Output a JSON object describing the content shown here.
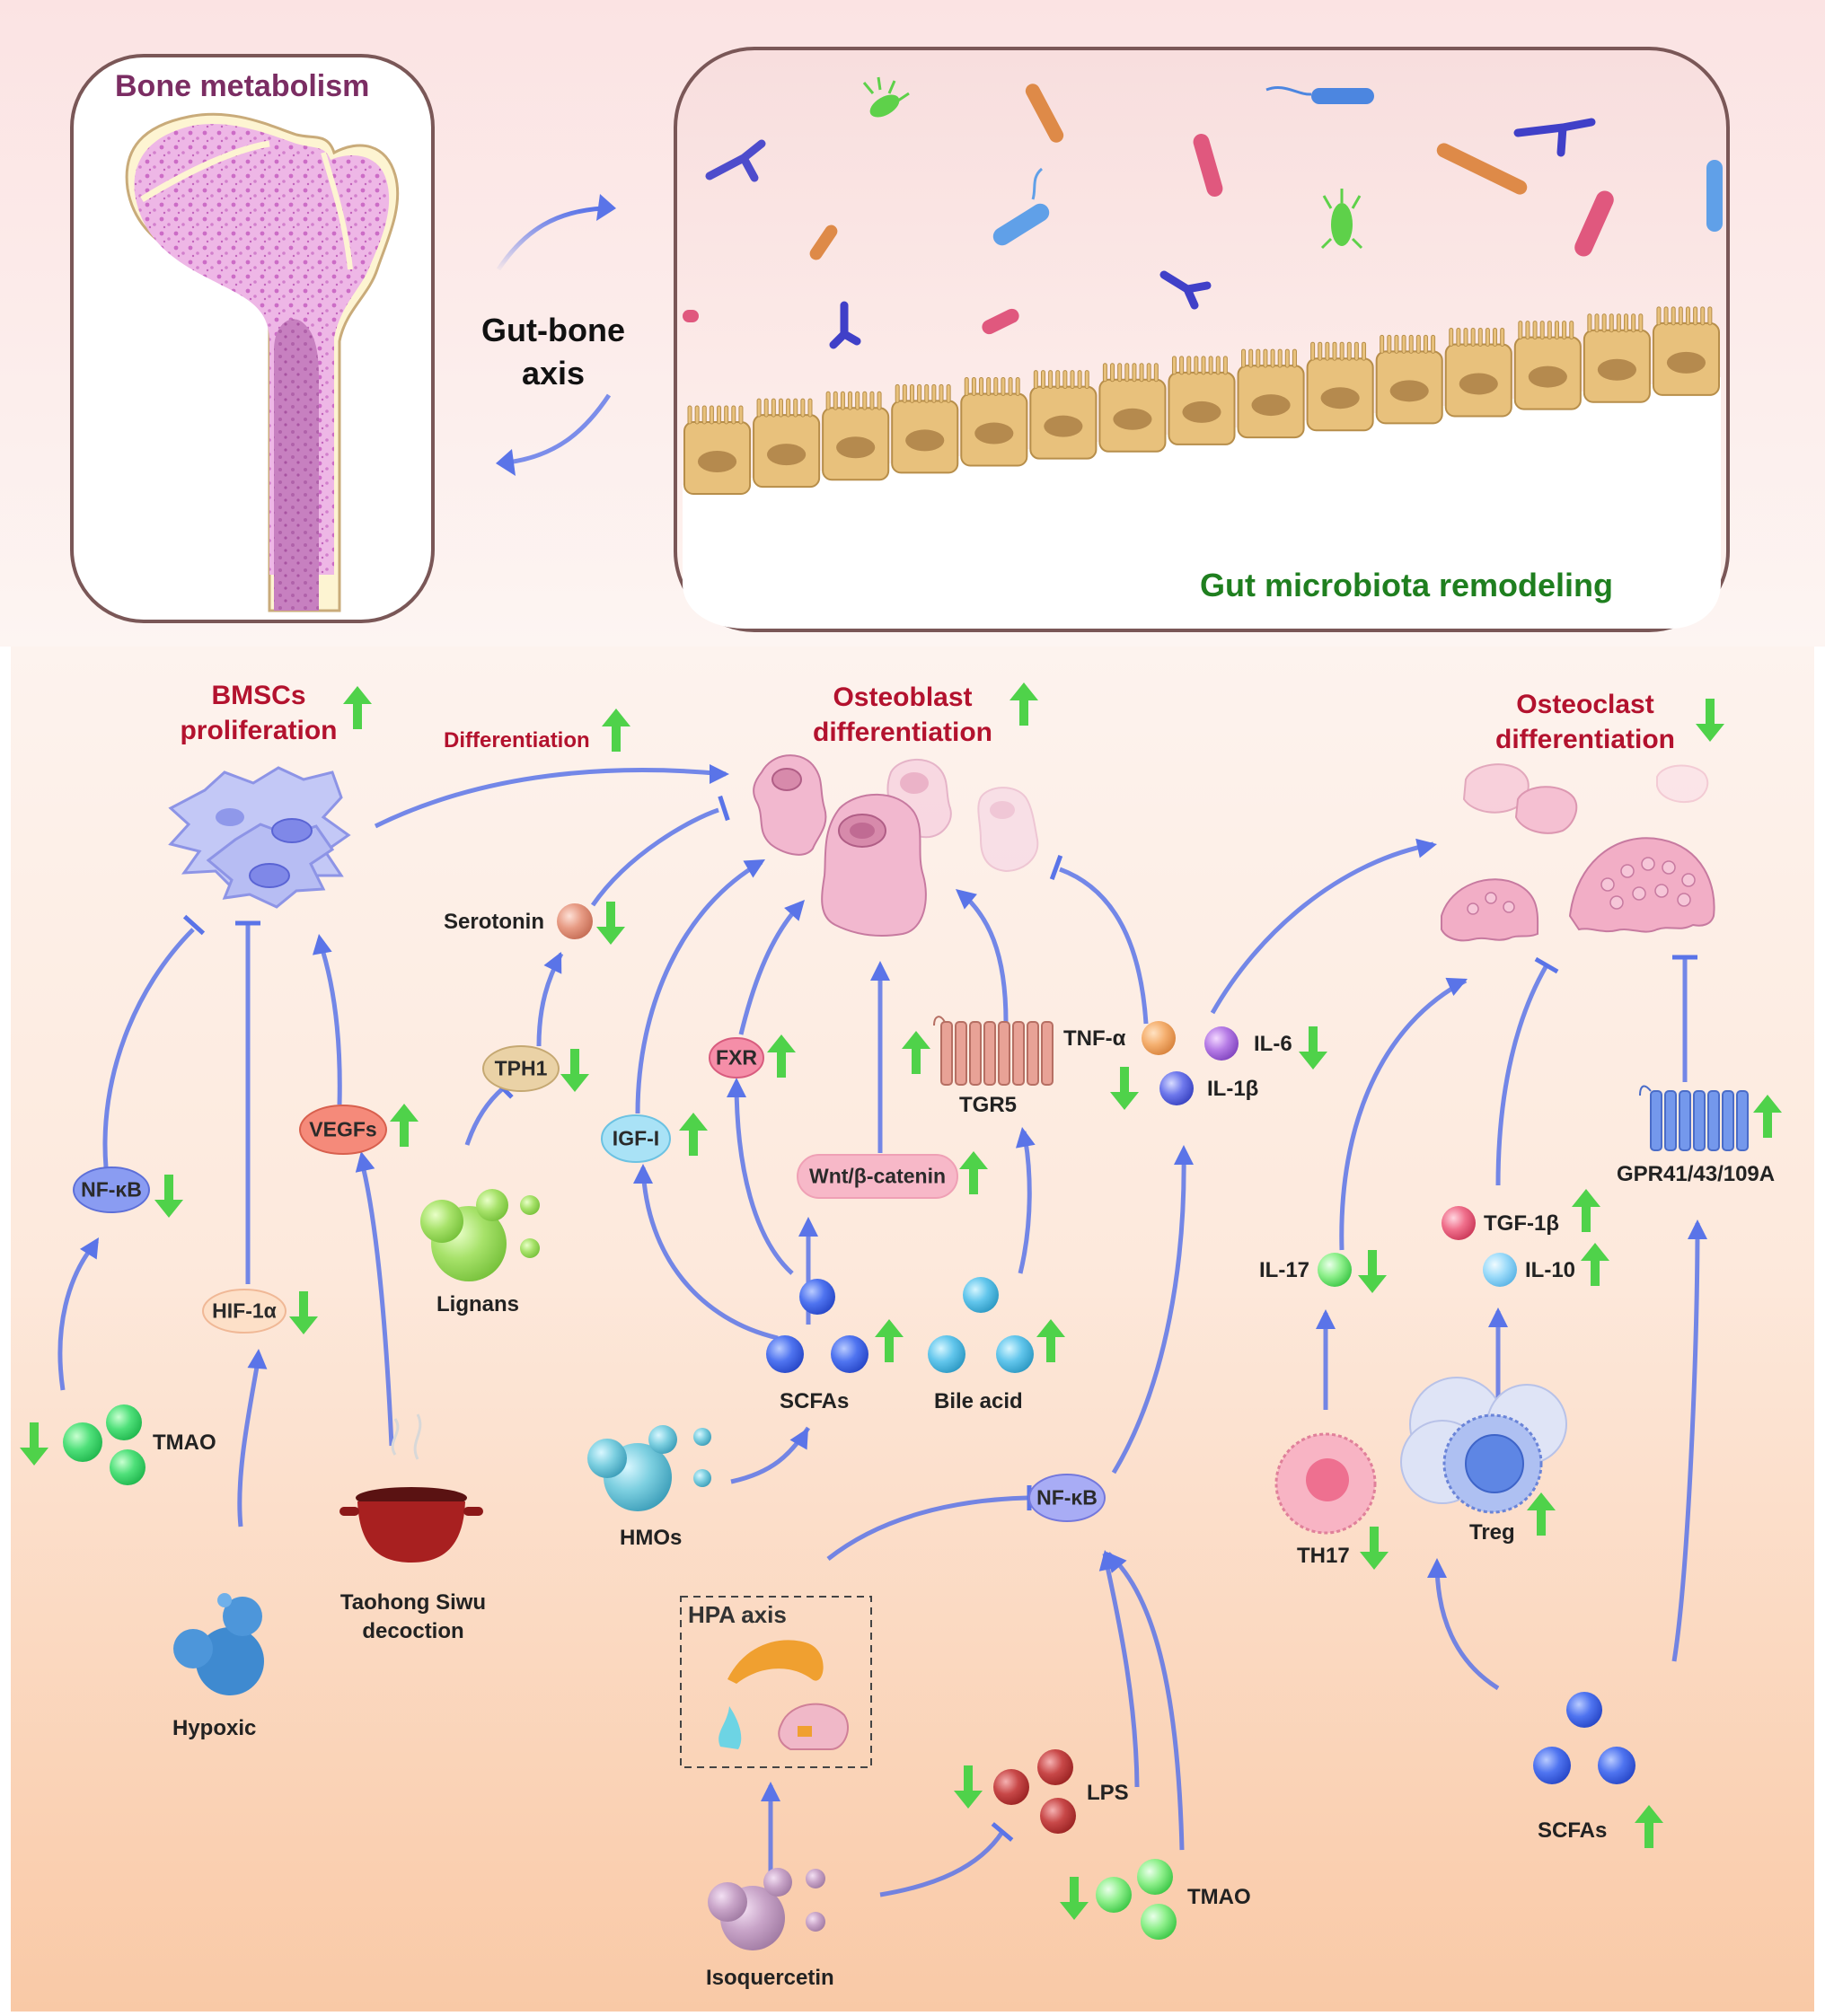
{
  "panels": {
    "bone_title": "Bone metabolism",
    "gut_title": "Gut microbiota remodeling",
    "axis_label_line1": "Gut-bone",
    "axis_label_line2": "axis"
  },
  "headers": {
    "bmsc_line1": "BMSCs",
    "bmsc_line2": "proliferation",
    "osteoblast_line1": "Osteoblast",
    "osteoblast_line2": "differentiation",
    "osteoclast_line1": "Osteoclast",
    "osteoclast_line2": "differentiation",
    "differentiation": "Differentiation"
  },
  "nodes": {
    "nfkb_left": "NF-κB",
    "vegfs": "VEGFs",
    "hif": "HIF-1α",
    "tmao_left": "TMAO",
    "hypoxic": "Hypoxic",
    "taohong_line1": "Taohong Siwu",
    "taohong_line2": "decoction",
    "serotonin": "Serotonin",
    "tph1": "TPH1",
    "lignans": "Lignans",
    "igf": "IGF-I",
    "fxr": "FXR",
    "wnt": "Wnt/β-catenin",
    "tgr5": "TGR5",
    "scfas_mid": "SCFAs",
    "bile_acid": "Bile acid",
    "hmos": "HMOs",
    "tnf": "TNF-α",
    "il6": "IL-6",
    "il1b": "IL-1β",
    "nfkb_mid": "NF-κB",
    "hpa": "HPA axis",
    "lps": "LPS",
    "tmao_bottom": "TMAO",
    "isoquercetin": "Isoquercetin",
    "il17": "IL-17",
    "tgf": "TGF-1β",
    "il10": "IL-10",
    "gpr": "GPR41/43/109A",
    "th17": "TH17",
    "treg": "Treg",
    "scfas_right": "SCFAs"
  },
  "colors": {
    "arrow": "#5a74e8",
    "up": "#4fd24a",
    "down": "#4fd24a",
    "red_label": "#b3122e",
    "green_label": "#1f7f1f",
    "purple_label": "#7b2d63"
  }
}
